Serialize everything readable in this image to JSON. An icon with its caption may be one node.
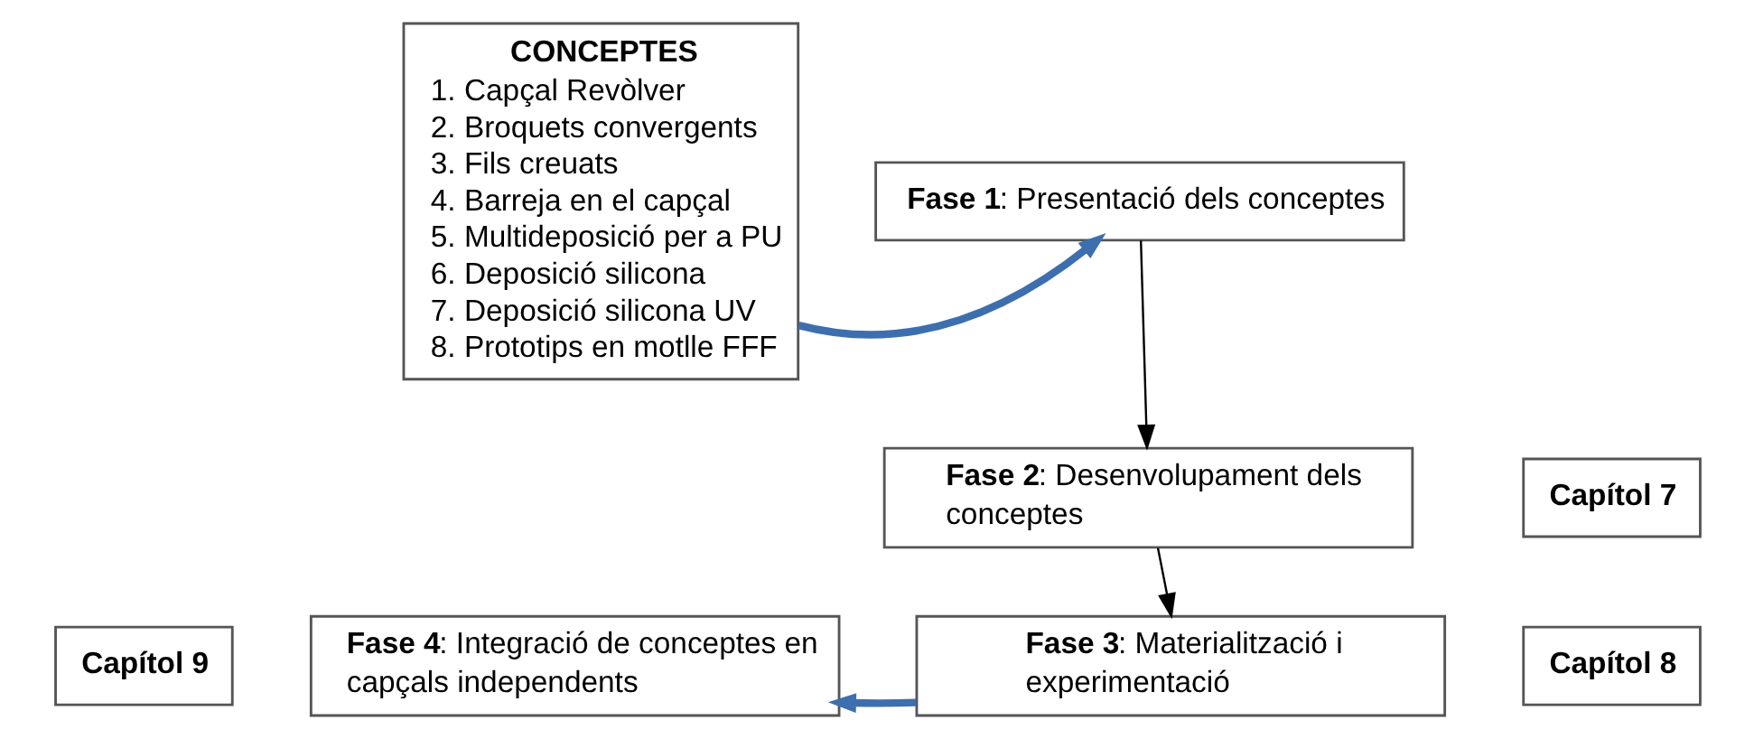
{
  "diagram": {
    "nodes": [
      {
        "text": [
          "CONCEPTES",
          "1. Capçal Revòlver",
          "2. Broquets convergents",
          "3. Fils creuats",
          "4. Barreja en el capçal",
          "5. Multideposició per a PU",
          "6. Deposició silicona",
          "7. Deposició silicona UV",
          "8. Prototips en motlle FFF"
        ]
      },
      {
        "text": [
          "**Fase 1**: Presentació dels conceptes"
        ]
      },
      {
        "text": [
          "Capítol 7"
        ]
      },
      {
        "text": [
          "**Fase 2**: Desenvolupament dels conceptes"
        ]
      },
      {
        "text": [
          "Capítol 9"
        ]
      },
      {
        "text": [
          "**Fase 4**: Integració de conceptes en capçals independents"
        ]
      },
      {
        "text": [
          "**Fase 3**: Materialització i experimentació"
        ]
      },
      {
        "text": [
          "Capítol 8"
        ]
      }
    ],
    "edges": [
      {
        "from": 0,
        "to": 1,
        "arrow": "to",
        "style": "thick",
        "color": "#3d6fae"
      },
      {
        "from": 1,
        "to": 3,
        "arrow": "to",
        "color": "#000000"
      },
      {
        "from": 3,
        "to": 6,
        "arrow": "to",
        "color": "#000000"
      },
      {
        "from": 6,
        "to": 5,
        "arrow": "to",
        "style": "thick",
        "color": "#3d6fae"
      }
    ]
  }
}
